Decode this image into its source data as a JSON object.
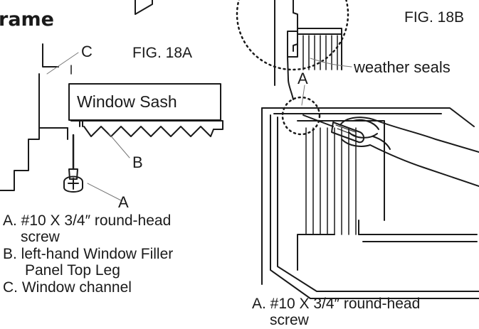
{
  "heading": "rame",
  "figure_a": {
    "fig_label": "FIG. 18A",
    "sash_label": "Window Sash",
    "callouts": [
      "C",
      "B",
      "A"
    ],
    "legend": [
      {
        "line1": "A. #10 X 3/4″ round-head",
        "line2": "screw"
      },
      {
        "line1": "B.  left-hand Window Filler",
        "line2": "Panel Top Leg"
      },
      {
        "line1": "C.  Window channel",
        "line2": ""
      }
    ]
  },
  "figure_b": {
    "fig_label": "FIG. 18B",
    "seals_label": "weather seals",
    "callout": "A",
    "caption": {
      "line1": "A. #10 X 3/4″ round-head",
      "line2": "screw"
    }
  },
  "colors": {
    "ink": "#1a1a1a",
    "paper": "#ffffff"
  }
}
